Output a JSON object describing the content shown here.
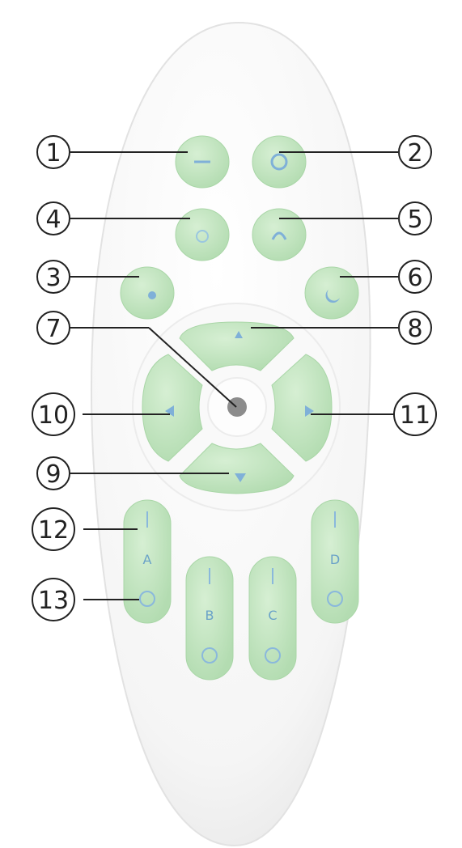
{
  "colors": {
    "button_fill": "#bfe3bd",
    "button_edge": "#a4d3a3",
    "glyph": "#7fb0d8",
    "body": "#f6f6f6",
    "body_edge": "#e6e6e6",
    "callout_line": "#222222",
    "center_button": "#8c8c8c"
  },
  "callouts": [
    "1",
    "2",
    "3",
    "4",
    "5",
    "6",
    "7",
    "8",
    "9",
    "10",
    "11",
    "12",
    "13"
  ],
  "zones": [
    "A",
    "B",
    "C",
    "D"
  ],
  "icons": {
    "minus": "minus-icon",
    "power": "circle-icon",
    "dot": "dot-icon",
    "ring": "ring-icon",
    "arc": "arc-icon",
    "moon": "moon-icon",
    "up": "triangle-up-icon",
    "down": "triangle-down-icon",
    "left": "triangle-left-icon",
    "right": "triangle-right-icon"
  }
}
